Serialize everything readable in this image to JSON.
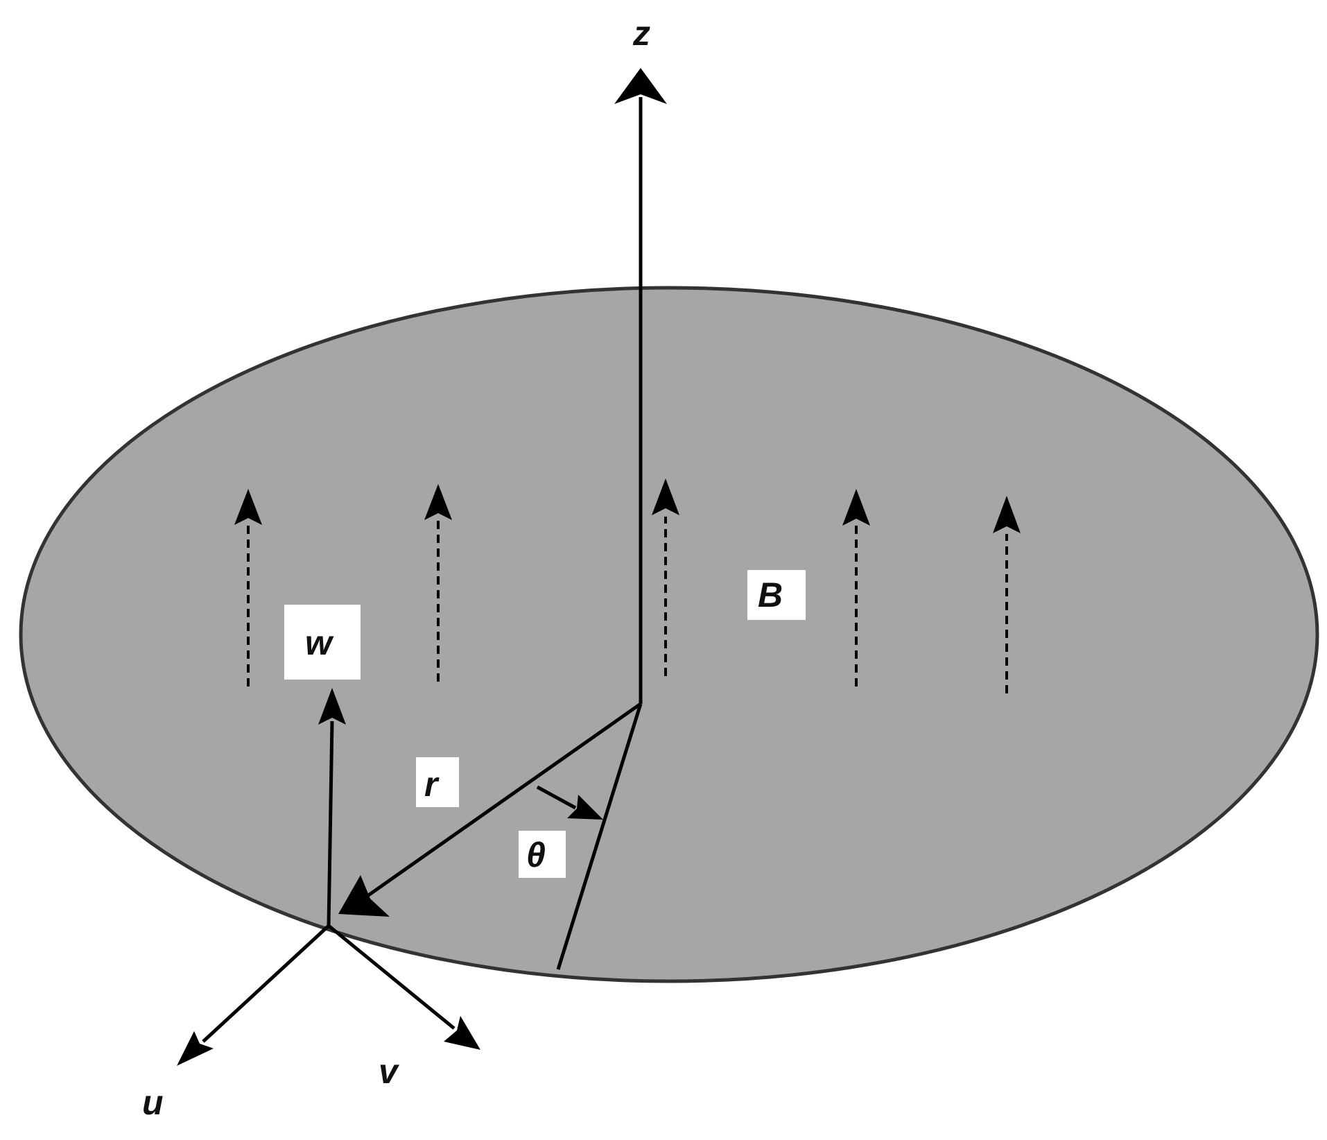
{
  "labels": {
    "z": "z",
    "w": "w",
    "B": "B",
    "r": "r",
    "theta": "θ",
    "u": "u",
    "v": "v"
  },
  "colors": {
    "disc_fill": "#a6a6a6",
    "disc_stroke": "#333333",
    "line": "#000000",
    "label_bg": "#ffffff"
  }
}
